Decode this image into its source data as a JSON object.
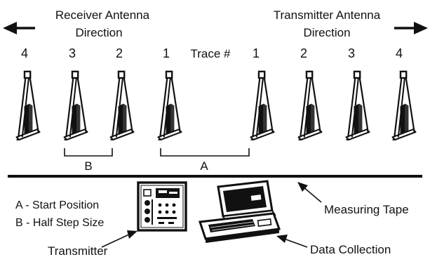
{
  "receiver_direction": {
    "line1": "Receiver Antenna",
    "line2": "Direction"
  },
  "transmitter_direction": {
    "line1": "Transmitter Antenna",
    "line2": "Direction"
  },
  "trace_label": "Trace #",
  "receiver_traces": [
    "4",
    "3",
    "2",
    "1"
  ],
  "transmitter_traces": [
    "1",
    "2",
    "3",
    "4"
  ],
  "brackets": {
    "b": "B",
    "a": "A"
  },
  "legend": {
    "a": "A - Start Position",
    "b": "B - Half Step Size"
  },
  "callouts": {
    "measuring_tape": "Measuring Tape",
    "transmitter": "Transmitter",
    "data_collection": "Data Collection"
  }
}
